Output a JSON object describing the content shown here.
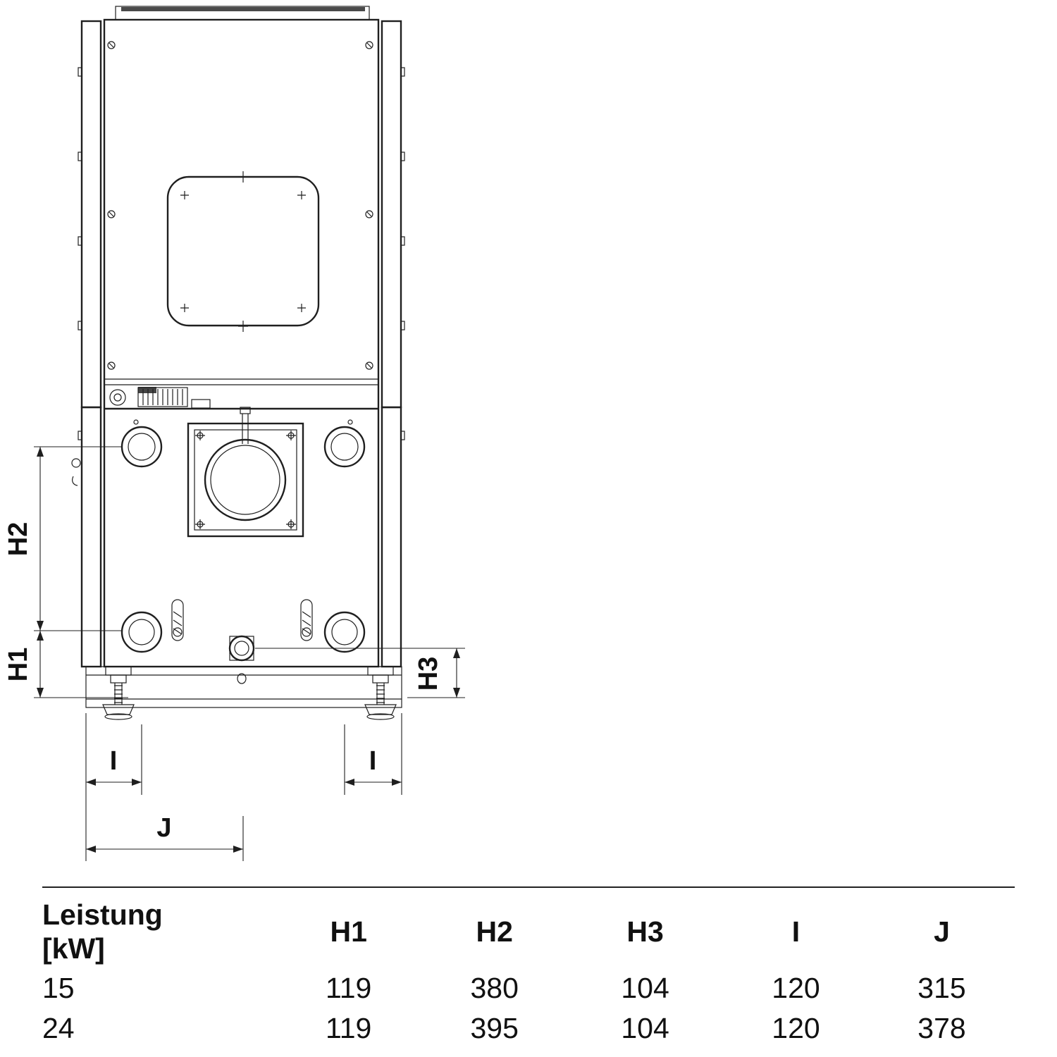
{
  "diagram": {
    "dims": {
      "h1": "H1",
      "h2": "H2",
      "h3": "H3",
      "i_left": "I",
      "i_right": "I",
      "j": "J"
    }
  },
  "table": {
    "header": {
      "leistung_line1": "Leistung",
      "leistung_line2": "[kW]",
      "h1": "H1",
      "h2": "H2",
      "h3": "H3",
      "i": "I",
      "j": "J"
    },
    "rows": [
      {
        "leistung": "15",
        "h1": "119",
        "h2": "380",
        "h3": "104",
        "i": "120",
        "j": "315"
      },
      {
        "leistung": "24",
        "h1": "119",
        "h2": "395",
        "h3": "104",
        "i": "120",
        "j": "378"
      }
    ]
  }
}
